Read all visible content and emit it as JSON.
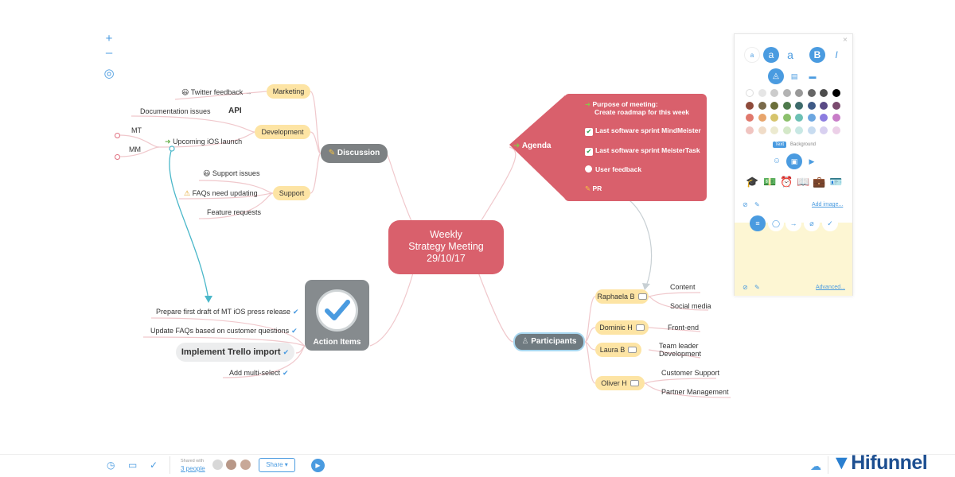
{
  "zoom": {
    "in": "+",
    "out": "–",
    "center": "◎"
  },
  "central": {
    "line1": "Weekly",
    "line2": "Strategy Meeting",
    "line3": "29/10/17"
  },
  "discussion": {
    "label": "Discussion",
    "marketing": {
      "label": "Marketing",
      "twitter": "Twitter feedback"
    },
    "development": {
      "label": "Development",
      "documentation": "Documentation issues",
      "api": "API",
      "ios": "Upcoming iOS launch",
      "mt": "MT",
      "mm": "MM"
    },
    "support": {
      "label": "Support",
      "issues": "Support issues",
      "faqs": "FAQs need updating",
      "feature": "Feature requests"
    }
  },
  "agenda": {
    "label": "Agenda",
    "purpose_line1": "Purpose of meeting:",
    "purpose_line2": "Create roadmap for this week",
    "sprint_mindmeister": "Last software sprint MindMeister",
    "sprint_meistertask": "Last software sprint MeisterTask",
    "user_feedback": "User feedback",
    "pr": "PR"
  },
  "participants": {
    "label": "Participants",
    "raphaela": "Raphaela B",
    "content": "Content",
    "social": "Social media",
    "dominic": "Dominic H",
    "frontend": "Front-end",
    "laura": "Laura B",
    "teamleader1": "Team leader",
    "teamleader2": "Development",
    "oliver": "Oliver H",
    "customer": "Customer Support",
    "partner": "Partner Management"
  },
  "action_items": {
    "label": "Action Items",
    "press": "Prepare first draft of MT iOS press release",
    "faqs": "Update FAQs based on customer questions",
    "trello": "Implement Trello import",
    "multiselect": "Add multi-select"
  },
  "panel": {
    "close": "×",
    "size_small": "a",
    "size_medium": "a",
    "size_large": "a",
    "bold": "B",
    "italic": "I",
    "text_label": "Text",
    "background_label": "Background",
    "add_image": "Add image...",
    "advanced": "Advanced...",
    "swatches": [
      "#ffffff",
      "#e6e6e6",
      "#cccccc",
      "#b3b3b3",
      "#999999",
      "#666666",
      "#4d4d4d",
      "#000000",
      "#8e4a3a",
      "#7a6a4a",
      "#6b6f3a",
      "#4e7a4c",
      "#3d6b6b",
      "#3e5a86",
      "#5a4a86",
      "#7a4a6e",
      "#e0786c",
      "#e8a56c",
      "#d6c46c",
      "#8cc06c",
      "#6cc0b4",
      "#6ca6e0",
      "#8c7ce0",
      "#c87cc8",
      "#f0c4c0",
      "#f0dcc8",
      "#ecead0",
      "#d4e8c8",
      "#c8e8e4",
      "#c8dcf0",
      "#d8d0f0",
      "#ecd0e8"
    ]
  },
  "bottombar": {
    "shared_with": "Shared with",
    "people": "3 people",
    "share": "Share ▾"
  },
  "brand": {
    "name": "Hifunnel"
  }
}
